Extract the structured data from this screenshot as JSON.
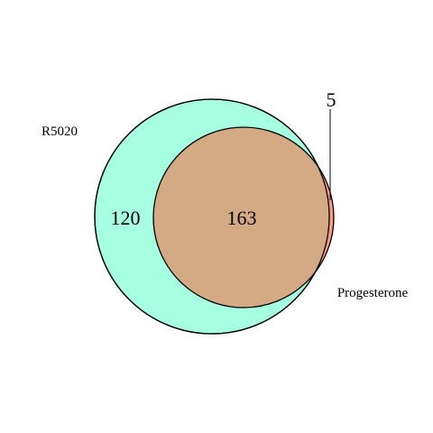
{
  "diagram": {
    "sets": [
      {
        "name": "R5020",
        "color": "#a6ffe0"
      },
      {
        "name": "Progesterone",
        "color": "#fb9a80"
      }
    ],
    "regions": {
      "only_r5020": "120",
      "intersection": "163",
      "only_progesterone": "5"
    },
    "intersection_color": "#d4aa84",
    "stroke_color": "#000000"
  }
}
